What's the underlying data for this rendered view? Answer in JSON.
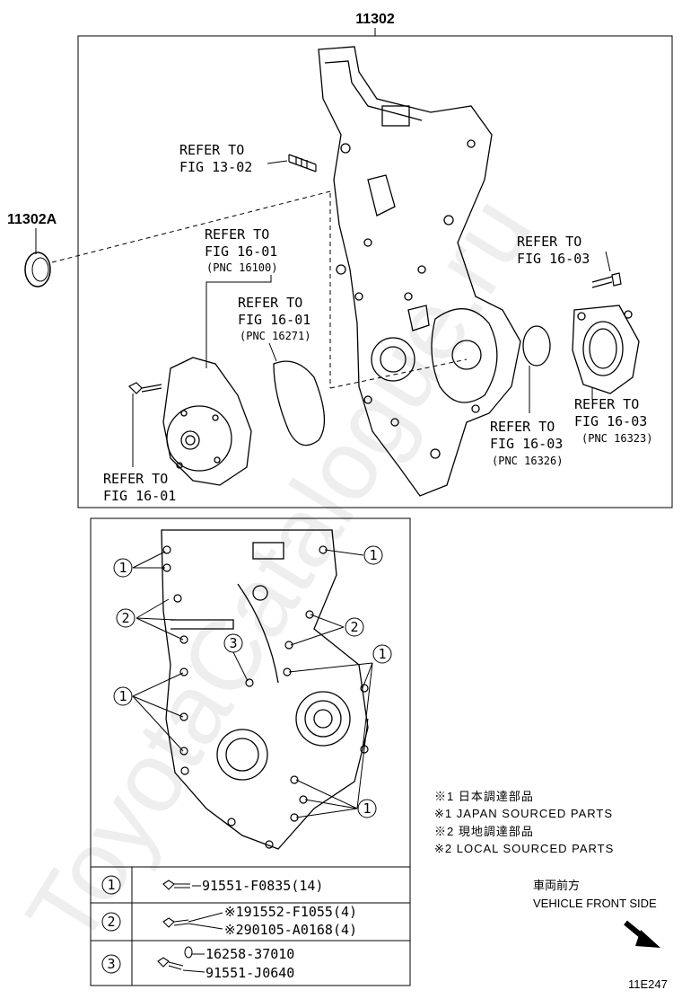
{
  "main_part_number": "11302",
  "seal_part_number": "11302A",
  "refs": {
    "fig13_line1": "REFER TO",
    "fig13_line2": "FIG 13-02",
    "fig16_01_a_line1": "REFER TO",
    "fig16_01_a_line2": "FIG 16-01",
    "fig16_01_a_pnc": "(PNC 16100)",
    "fig16_01_b_line1": "REFER TO",
    "fig16_01_b_line2": "FIG 16-01",
    "fig16_01_b_pnc": "(PNC 16271)",
    "fig16_01_c_line1": "REFER TO",
    "fig16_01_c_line2": "FIG 16-01",
    "fig16_03_a_line1": "REFER TO",
    "fig16_03_a_line2": "FIG 16-03",
    "fig16_03_b_line1": "REFER TO",
    "fig16_03_b_line2": "FIG 16-03",
    "fig16_03_b_pnc": "(PNC 16323)",
    "fig16_03_c_line1": "REFER TO",
    "fig16_03_c_line2": "FIG 16-03",
    "fig16_03_c_pnc": "(PNC 16326)"
  },
  "callouts": [
    "1",
    "2",
    "3"
  ],
  "legend": {
    "row1": {
      "num": "1",
      "part": "91551-F0835(14)"
    },
    "row2": {
      "num": "2",
      "part_a": "※191552-F1055(4)",
      "part_b": "※290105-A0168(4)"
    },
    "row3": {
      "num": "3",
      "part_a": "16258-37010",
      "part_b": "91551-J0640"
    }
  },
  "notes": {
    "n1_jp": "※1 日本調達部品",
    "n1_en": "※1 JAPAN SOURCED PARTS",
    "n2_jp": "※2 現地調達部品",
    "n2_en": "※2 LOCAL SOURCED PARTS"
  },
  "direction": {
    "jp": "車両前方",
    "en": "VEHICLE FRONT SIDE"
  },
  "figure_code": "11E247",
  "watermark": "ToyotaCatalogue.ru"
}
